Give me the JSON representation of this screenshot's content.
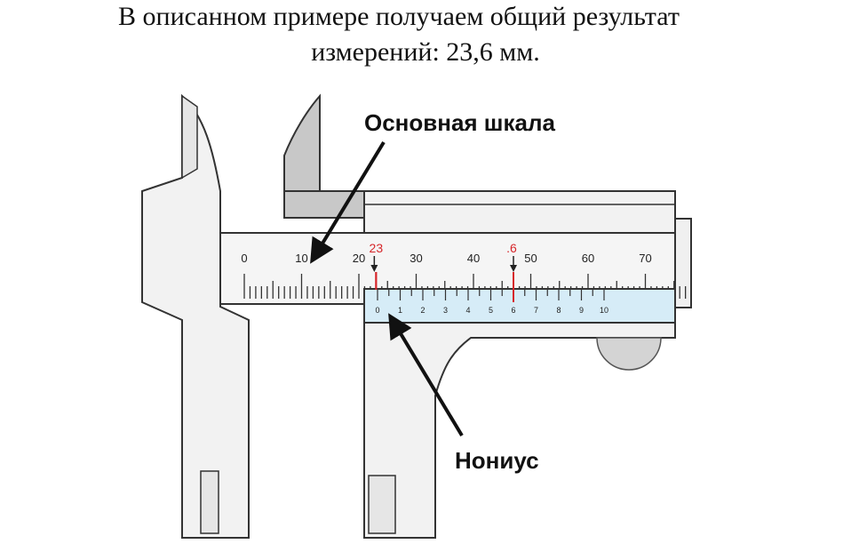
{
  "caption": {
    "line1": "В описанном примере получаем общий результат",
    "line2": "измерений: 23,6 мм."
  },
  "labels": {
    "main_scale": "Основная шкала",
    "vernier": "Нониус"
  },
  "main_scale": {
    "tick_labels": [
      "0",
      "10",
      "20",
      "30",
      "40",
      "50",
      "60",
      "70"
    ],
    "reading_marker": "23"
  },
  "vernier": {
    "tick_labels": [
      "0",
      "1",
      "2",
      "3",
      "4",
      "5",
      "6",
      "7",
      "8",
      "9",
      "10"
    ],
    "reading_marker": ".6"
  },
  "colors": {
    "caliper_fill": "#f2f2f2",
    "outline": "#333333",
    "vernier_fill": "#d6ecf7",
    "marker_red": "#d6262a",
    "slider_gray": "#c8c8c8"
  }
}
